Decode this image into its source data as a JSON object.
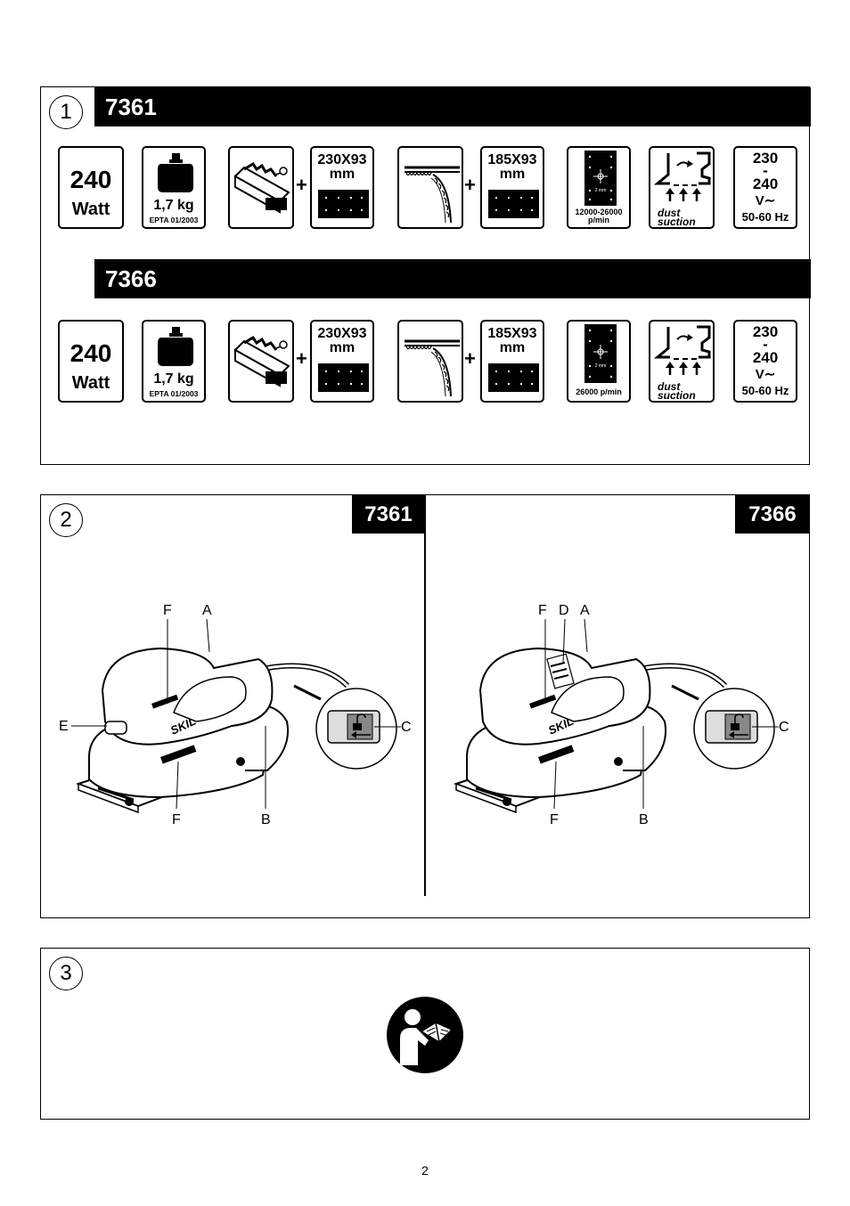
{
  "section1": {
    "number": "1",
    "rows": [
      {
        "model": "7361",
        "watt": "240",
        "watt_unit": "Watt",
        "weight": "1,7 kg",
        "epta": "EPTA 01/2003",
        "sheet1": "230X93",
        "sheet1_unit": "mm",
        "sheet2": "185X93",
        "sheet2_unit": "mm",
        "speed1": "12000-26000",
        "speed2": "p/min",
        "orbit": "2 mm",
        "dust1": "dust",
        "dust2": "suction",
        "v1": "230",
        "vdash": "-",
        "v2": "240",
        "v3": "V∼",
        "hz": "50-60 Hz"
      },
      {
        "model": "7366",
        "watt": "240",
        "watt_unit": "Watt",
        "weight": "1,7 kg",
        "epta": "EPTA 01/2003",
        "sheet1": "230X93",
        "sheet1_unit": "mm",
        "sheet2": "185X93",
        "sheet2_unit": "mm",
        "speed1": "26000 p/min",
        "orbit": "2 mm",
        "dust1": "dust",
        "dust2": "suction",
        "v1": "230",
        "vdash": "-",
        "v2": "240",
        "v3": "V∼",
        "hz": "50-60 Hz"
      }
    ],
    "plus": "+"
  },
  "section2": {
    "number": "2",
    "left_model": "7361",
    "right_model": "7366",
    "left_labels": {
      "F_top": "F",
      "A": "A",
      "E": "E",
      "C": "C",
      "F_bottom": "F",
      "B": "B"
    },
    "right_labels": {
      "F_top": "F",
      "D": "D",
      "A": "A",
      "C": "C",
      "F_bottom": "F",
      "B": "B"
    }
  },
  "section3": {
    "number": "3"
  },
  "page_number": "2"
}
